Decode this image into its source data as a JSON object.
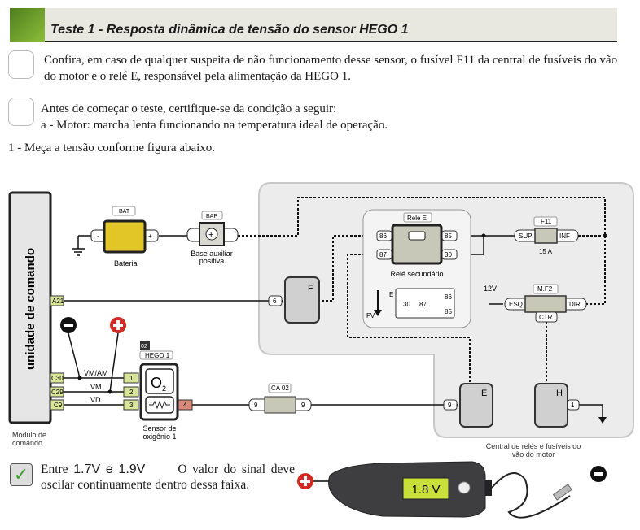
{
  "header": {
    "title": "Teste 1 - Resposta dinâmica de tensão do sensor HEGO 1"
  },
  "notes": [
    {
      "text": "Confira, em caso de qualquer suspeita de não funcionamento desse sensor, o fusível F11 da central de fusíveis do vão do motor e o relé E, responsável pela alimentação da HEGO 1."
    },
    {
      "line1": "Antes de começar o teste, certifique-se da condição a seguir:",
      "line2": "a - Motor: marcha lenta funcionando na temperatura ideal de operação."
    }
  ],
  "step": "1 - Meça a tensão conforme figura abaixo.",
  "diagram": {
    "module_label": "unidade de comando",
    "module_caption": [
      "Módulo de",
      "comando"
    ],
    "module_pins": [
      "A21",
      "C30",
      "C29",
      "C9"
    ],
    "battery": {
      "tag": "BAT",
      "label": "Bateria",
      "neg": "-",
      "pos": "+"
    },
    "bap": {
      "tag": "BAP",
      "label": [
        "Base auxiliar",
        "positiva"
      ]
    },
    "wires": [
      "VM/AM",
      "VM",
      "VD"
    ],
    "sensor": {
      "code": "02",
      "tag": "HEGO 1",
      "o2": "O",
      "sub": "2",
      "pins": [
        "1",
        "2",
        "3",
        "4"
      ],
      "label": [
        "Sensor de",
        "oxigênio 1"
      ]
    },
    "ca02": {
      "tag": "CA 02",
      "pin_left": "9",
      "pin_right": "9"
    },
    "relay": {
      "tag": "Relé E",
      "pins": [
        "86",
        "87",
        "85",
        "30"
      ],
      "label": "Relé secundário",
      "legend_tag": "E",
      "legend_pins": [
        "30",
        "87",
        "86",
        "85"
      ],
      "fv": "FV"
    },
    "f_block": {
      "label": "F",
      "pin": "6"
    },
    "fuse_f11": {
      "tag": "F11",
      "left": "SUP",
      "right": "INF",
      "rating": "15 A"
    },
    "mf2": {
      "tag": "M.F2",
      "left": "ESQ",
      "right": "DIR",
      "bottom": "CTR",
      "voltage": "12V"
    },
    "e_block": {
      "label": "E",
      "pin": "9"
    },
    "h_block": {
      "label": "H",
      "pin": "1"
    },
    "central_caption": [
      "Central de relés e fusíveis do",
      "vão do motor"
    ],
    "probe_minus": "−",
    "probe_plus": "+"
  },
  "result": {
    "prefix": "Entre",
    "low": "1.7V",
    "and": "e",
    "high": "1.9V",
    "text": "O valor do sinal deve oscilar continuamente dentro dessa faixa."
  },
  "meter": {
    "reading": "1.8 V"
  },
  "colors": {
    "green": "#6a9a2a",
    "connector": "#d8e59a",
    "battery": "#e2c627",
    "red": "#d02a22",
    "panel": "#ececec"
  }
}
